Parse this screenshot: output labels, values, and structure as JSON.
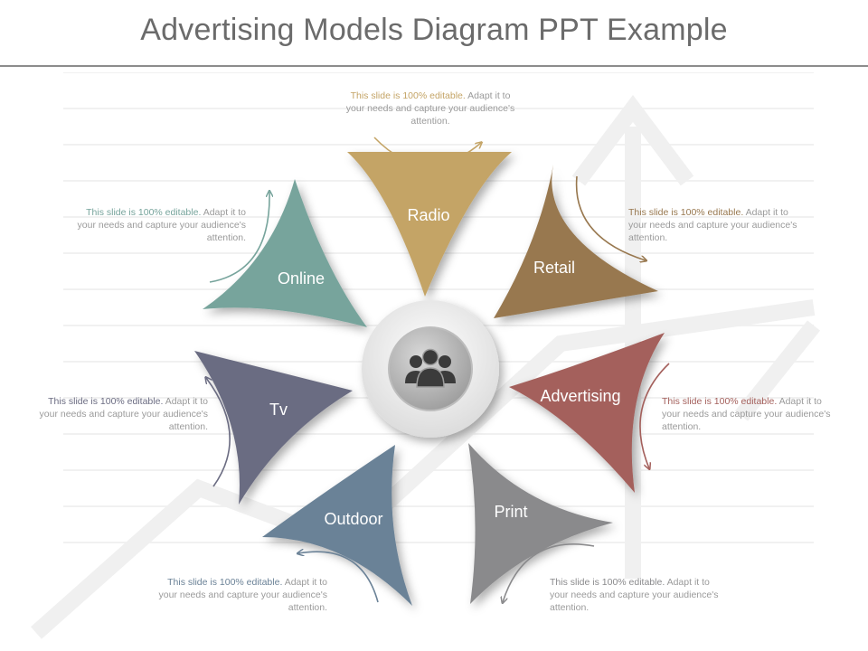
{
  "title": "Advertising Models Diagram PPT Example",
  "center_icon": "people-group-icon",
  "segments": [
    {
      "label": "Radio",
      "color": "#c4a466"
    },
    {
      "label": "Retail",
      "color": "#98784f"
    },
    {
      "label": "Advertising",
      "color": "#a4605c"
    },
    {
      "label": "Print",
      "color": "#8a8a8c"
    },
    {
      "label": "Outdoor",
      "color": "#6b8297"
    },
    {
      "label": "Tv",
      "color": "#6b6c82"
    },
    {
      "label": "Online",
      "color": "#77a49c"
    }
  ],
  "notes": [
    {
      "highlight": "This slide is 100% editable.",
      "text": " Adapt it to your needs and capture your audience's attention.",
      "color": "#c4a466"
    },
    {
      "highlight": "This slide is 100% editable.",
      "text": " Adapt it to your needs and capture your audience's attention.",
      "color": "#98784f"
    },
    {
      "highlight": "This slide is 100% editable.",
      "text": " Adapt it to your needs and capture your audience's attention.",
      "color": "#a4605c"
    },
    {
      "highlight": "This slide is 100% editable.",
      "text": " Adapt it to your needs and capture your audience's attention.",
      "color": "#8a8a8c"
    },
    {
      "highlight": "This slide is 100% editable.",
      "text": " Adapt it to your needs and capture your audience's attention.",
      "color": "#6b8297"
    },
    {
      "highlight": "This slide is 100% editable.",
      "text": " Adapt it to your needs and capture your audience's attention.",
      "color": "#6b6c82"
    },
    {
      "highlight": "This slide is 100% editable.",
      "text": " Adapt it to your needs and capture your audience's attention.",
      "color": "#77a49c"
    }
  ]
}
